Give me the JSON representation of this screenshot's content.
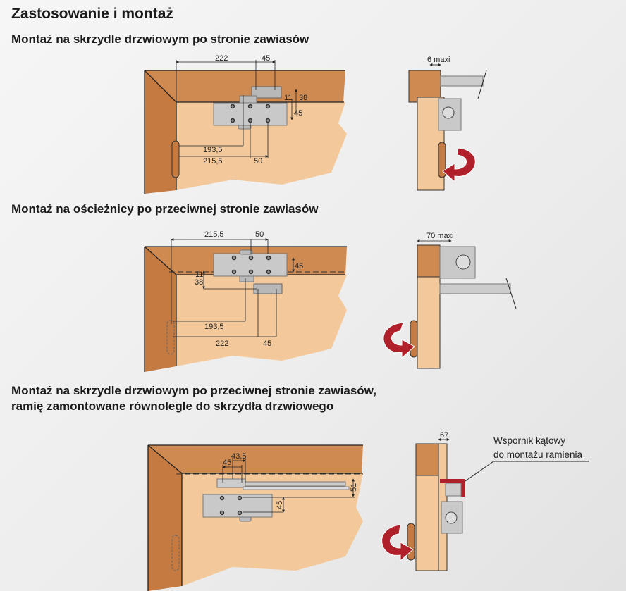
{
  "title": "Zastosowanie i montaż",
  "sections": [
    {
      "heading": "Montaż na skrzydle drzwiowym po stronie zawiasów",
      "dims": {
        "a": "222",
        "b": "45",
        "c": "38",
        "d": "11",
        "e": "45",
        "f": "193,5",
        "g": "215,5",
        "h": "50",
        "side": "6 maxi"
      }
    },
    {
      "heading": "Montaż na ościeżnicy po przeciwnej stronie zawiasów",
      "dims": {
        "a": "215,5",
        "b": "50",
        "c": "45",
        "d": "11",
        "e": "38",
        "f": "193,5",
        "g": "222",
        "h": "45",
        "side": "70 maxi"
      }
    },
    {
      "heading": "Montaż na skrzydle drzwiowym po przeciwnej stronie zawiasów,",
      "heading2": "ramię zamontowane równolegle do skrzydła drzwiowego",
      "dims": {
        "a": "43,5",
        "b": "45",
        "c": "51",
        "d": "45",
        "side": "67"
      },
      "callout": [
        "Wspornik kątowy",
        "do montażu ramienia"
      ]
    }
  ],
  "colors": {
    "frame": "#cf8a52",
    "frame_dark": "#c47a40",
    "door": "#f3c99c",
    "closer": "#c9c9c9",
    "arrow": "#b0202a"
  }
}
